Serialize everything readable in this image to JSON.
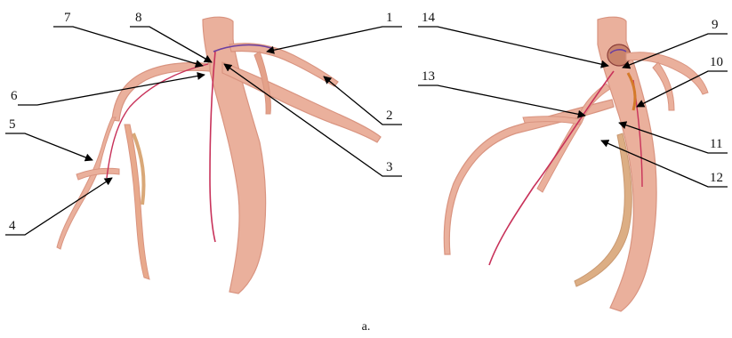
{
  "caption": "a.",
  "labels": {
    "n1": "1",
    "n2": "2",
    "n3": "3",
    "n4": "4",
    "n5": "5",
    "n6": "6",
    "n7": "7",
    "n8": "8",
    "n9": "9",
    "n10": "10",
    "n11": "11",
    "n12": "12",
    "n13": "13",
    "n14": "14"
  },
  "colors": {
    "vessel_fill": "#eab09c",
    "vessel_stroke": "#d99480",
    "artery": "#c8325a",
    "vein_purple": "#6b3fa0",
    "branch_tan": "#d9a878",
    "leader": "#000000"
  }
}
